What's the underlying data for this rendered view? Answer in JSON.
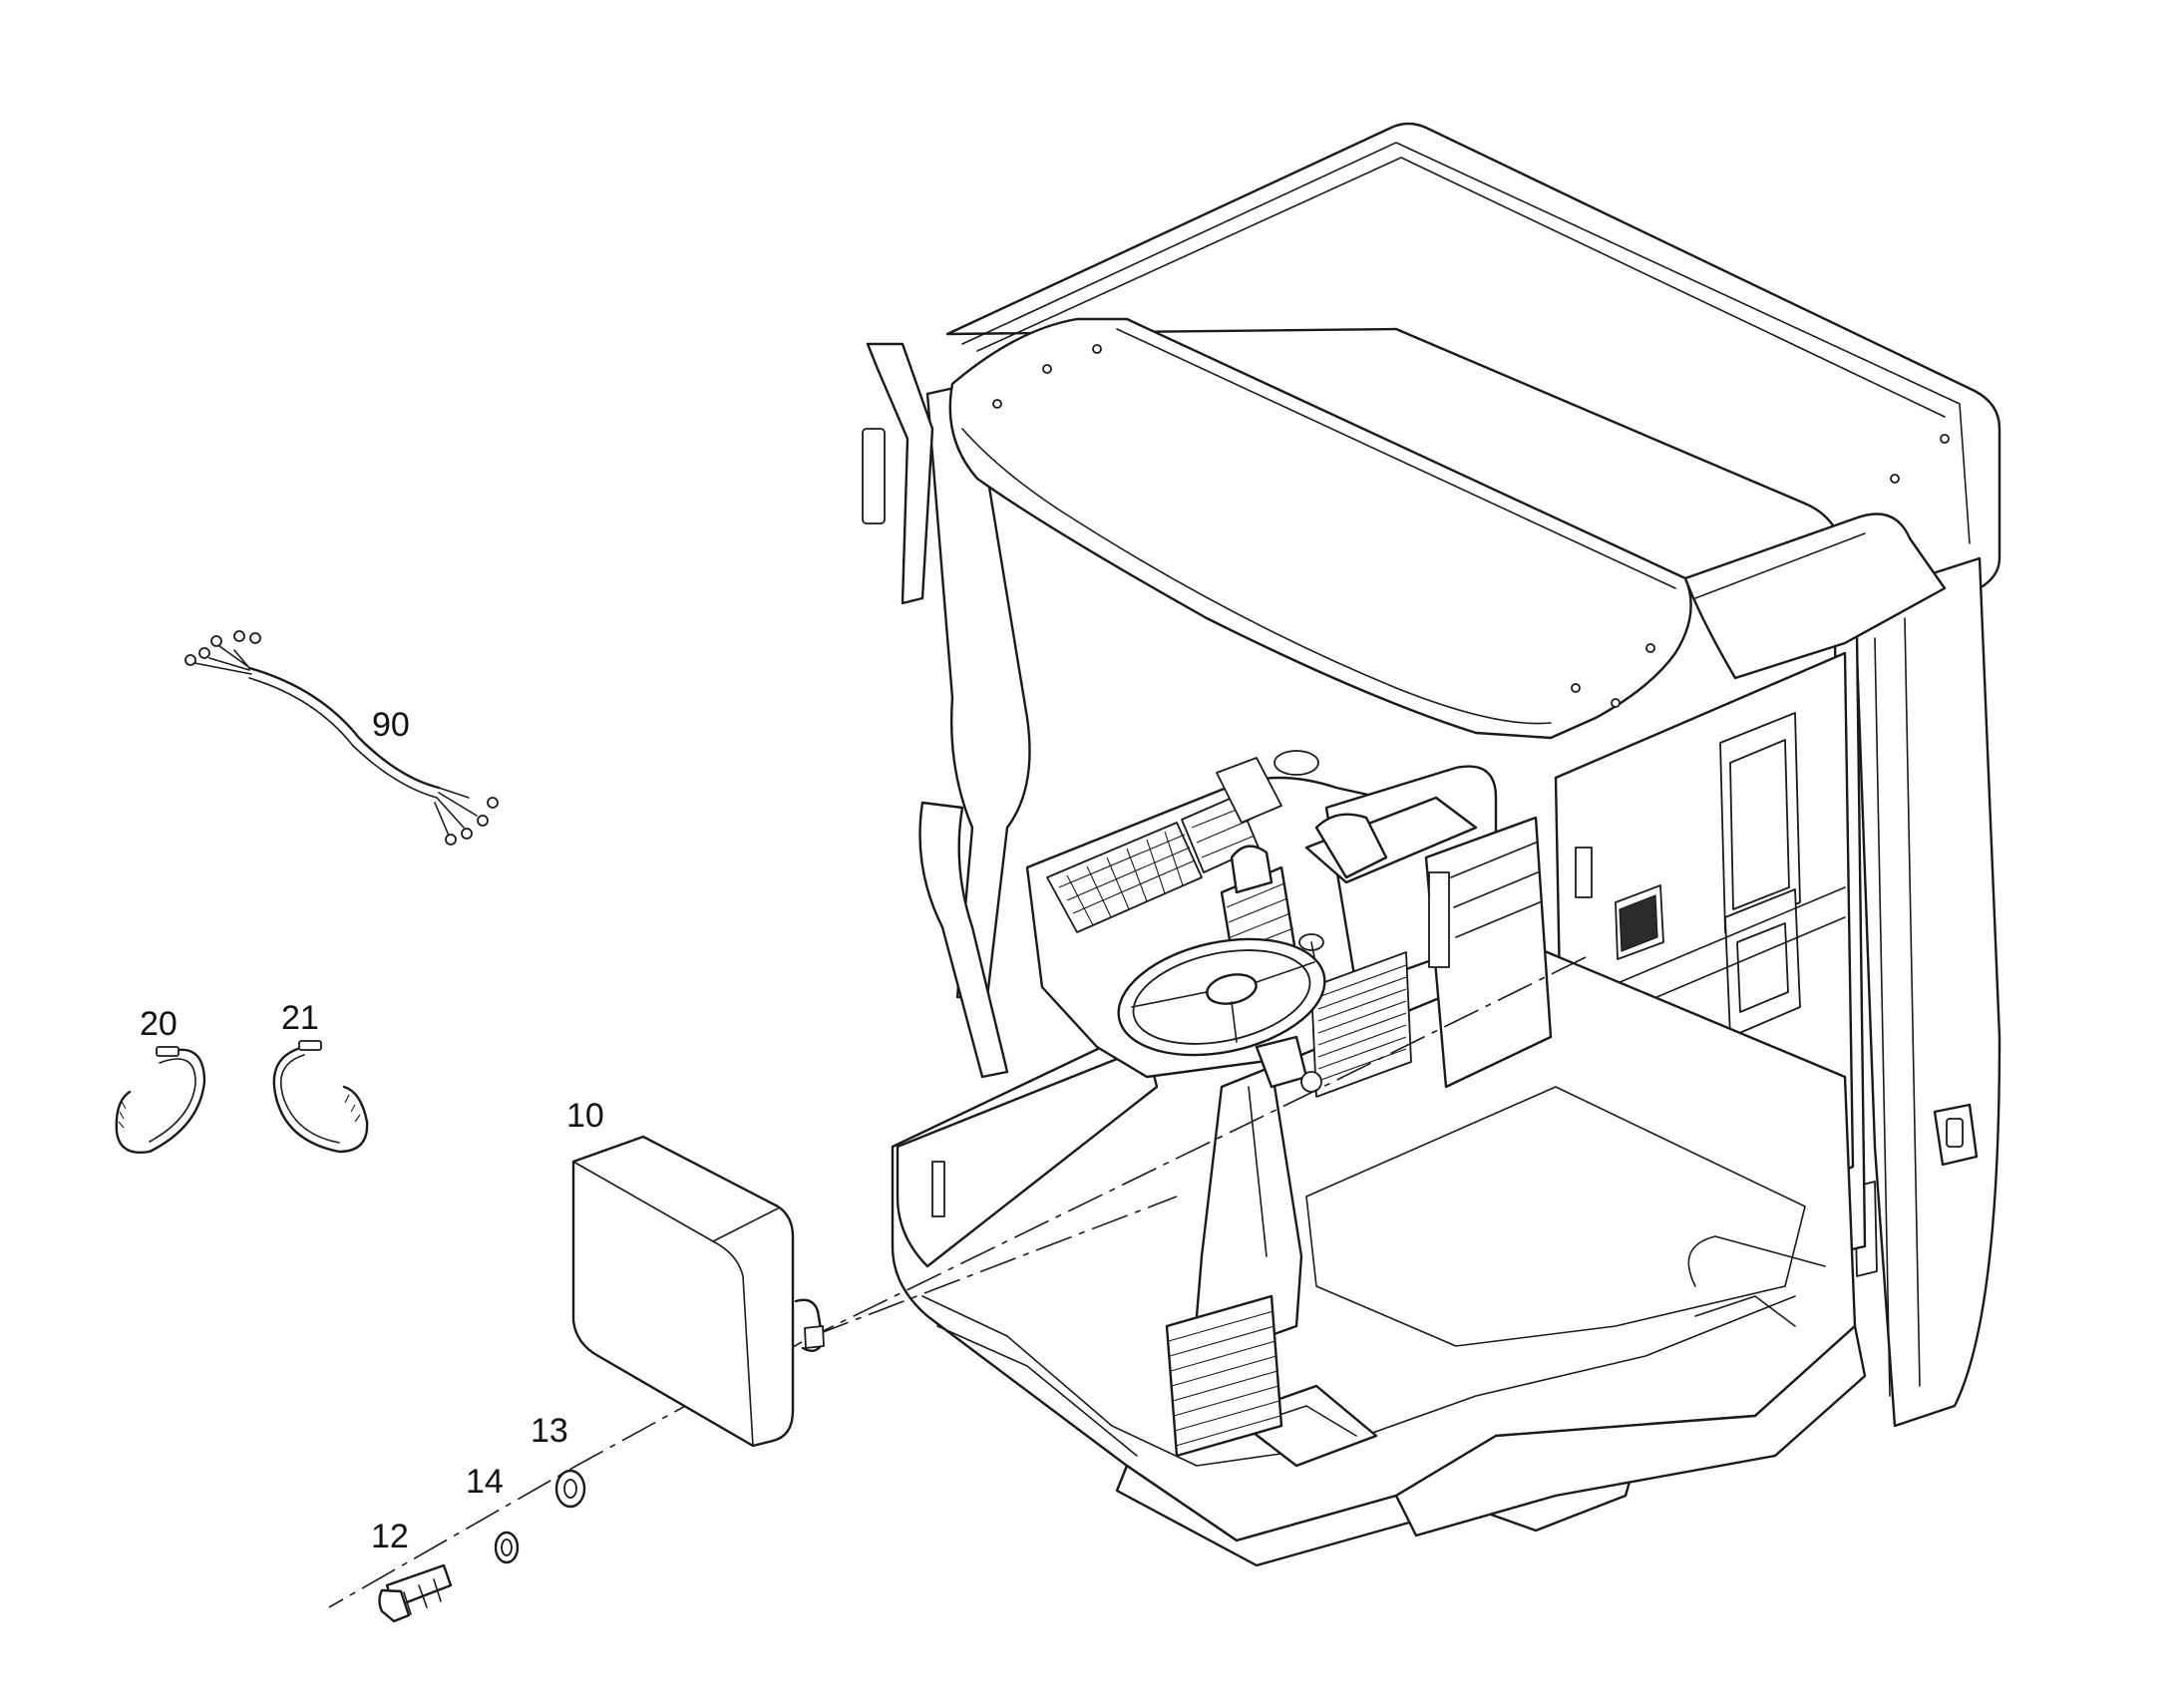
{
  "diagram": {
    "callouts": {
      "c10": "10",
      "c12": "12",
      "c13": "13",
      "c14": "14",
      "c20": "20",
      "c21": "21",
      "c90": "90"
    }
  }
}
